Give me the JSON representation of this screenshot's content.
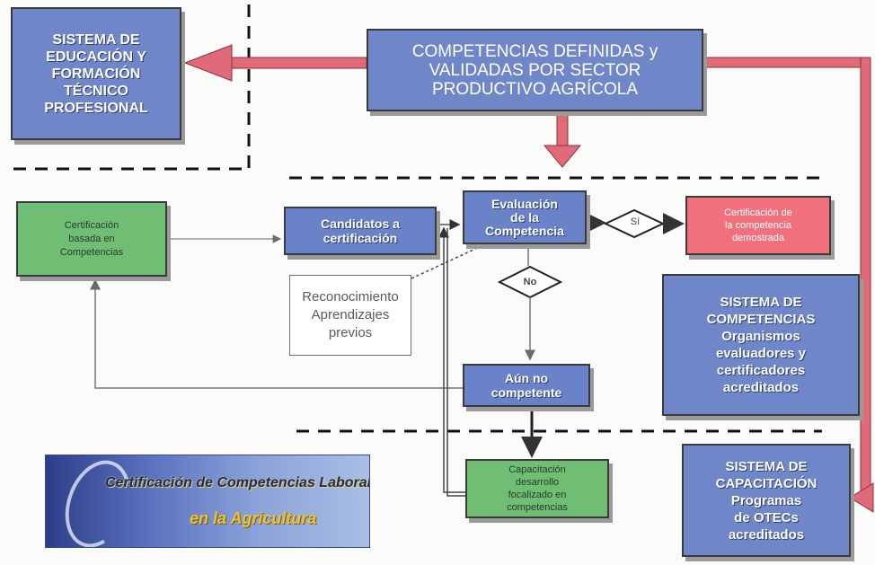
{
  "boxes": {
    "sistema_educacion": "SISTEMA DE\nEDUCACIÓN Y\nFORMACIÓN\nTÉCNICO\nPROFESIONAL",
    "competencias_definidas": "COMPETENCIAS DEFINIDAS y\nVALIDADAS POR SECTOR\nPRODUCTIVO AGRÍCOLA",
    "certificacion_capacitacion": "Certificación\nbasada en\nCompetencias",
    "candidatos": "Candidatos a\ncertificación",
    "evaluacion": "Evaluación\nde la\nCompetencia",
    "certificacion_competencia": "Certificación de\nla competencia\ndemostrada",
    "reconocimiento": "Reconocimiento\nAprendizajes\nprevios",
    "sistema_competencias": "SISTEMA DE\nCOMPETENCIAS\nOrganismos\nevaluadores y\ncertificadores\nacreditados",
    "aun_no": "Aún no\ncompetente",
    "capacitacion_desarrollo": "Capacitación\ndesarrollo\nfocalizado en\ncompetencias",
    "sistema_capacitacion": "SISTEMA DE\nCAPACITACIÓN\nProgramas\nde OTECs\nacreditados"
  },
  "decisions": {
    "si": "Sí",
    "no": "No"
  },
  "banner": {
    "line1": "Certificación de Competencias Laborales",
    "line2": "en la Agricultura"
  }
}
